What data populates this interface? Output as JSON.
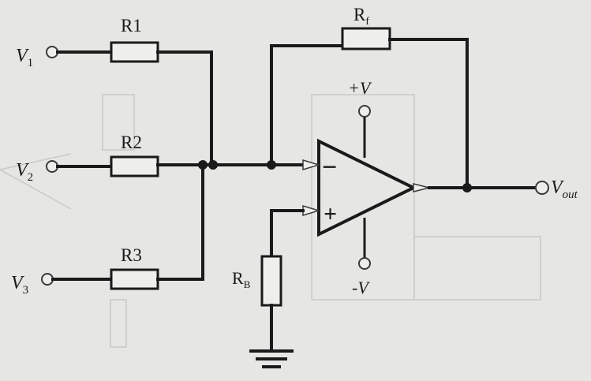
{
  "inputs": [
    {
      "name": "V",
      "sub": "1"
    },
    {
      "name": "V",
      "sub": "2"
    },
    {
      "name": "V",
      "sub": "3"
    }
  ],
  "resistors": {
    "r1": "R1",
    "r2": "R2",
    "r3": "R3",
    "rf": {
      "main": "R",
      "sub": "f"
    },
    "rb": {
      "main": "R",
      "sub": "B"
    }
  },
  "opamp": {
    "minus": "−",
    "plus": "+",
    "pos_supply": "+V",
    "neg_supply": "-V"
  },
  "output": {
    "main": "V",
    "sub": "out"
  },
  "colors": {
    "ink": "#1a1a1a",
    "background": "#e6e6e4"
  }
}
